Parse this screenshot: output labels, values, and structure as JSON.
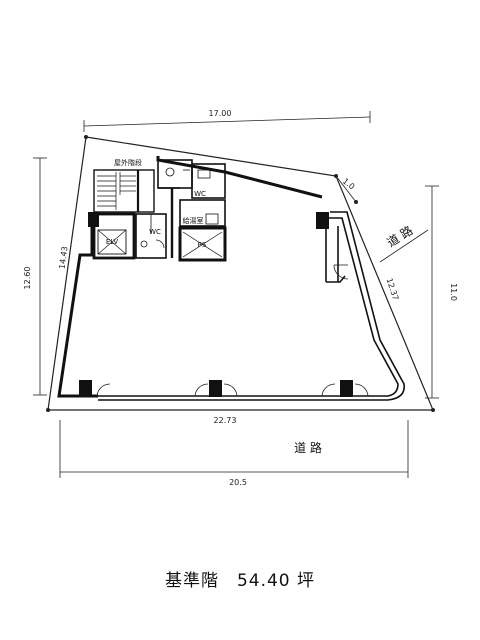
{
  "dimensions": {
    "top": "17.00",
    "top_right_small": "1.0",
    "left_outer": "12.60",
    "left_inner": "14.43",
    "right_outer": "11.0",
    "right_diagonal": "12.37",
    "bottom_inner": "22.73",
    "bottom_outer": "20.5"
  },
  "rooms": {
    "emergency_stairs": "屋外階段",
    "wc_1": "WC",
    "wc_2": "WC",
    "elevator": "ELV",
    "pantry": "給湯室",
    "pipe_shaft": "PS"
  },
  "roads": {
    "right": "道 路",
    "bottom": "道 路"
  },
  "caption": "基準階　54.40 坪"
}
